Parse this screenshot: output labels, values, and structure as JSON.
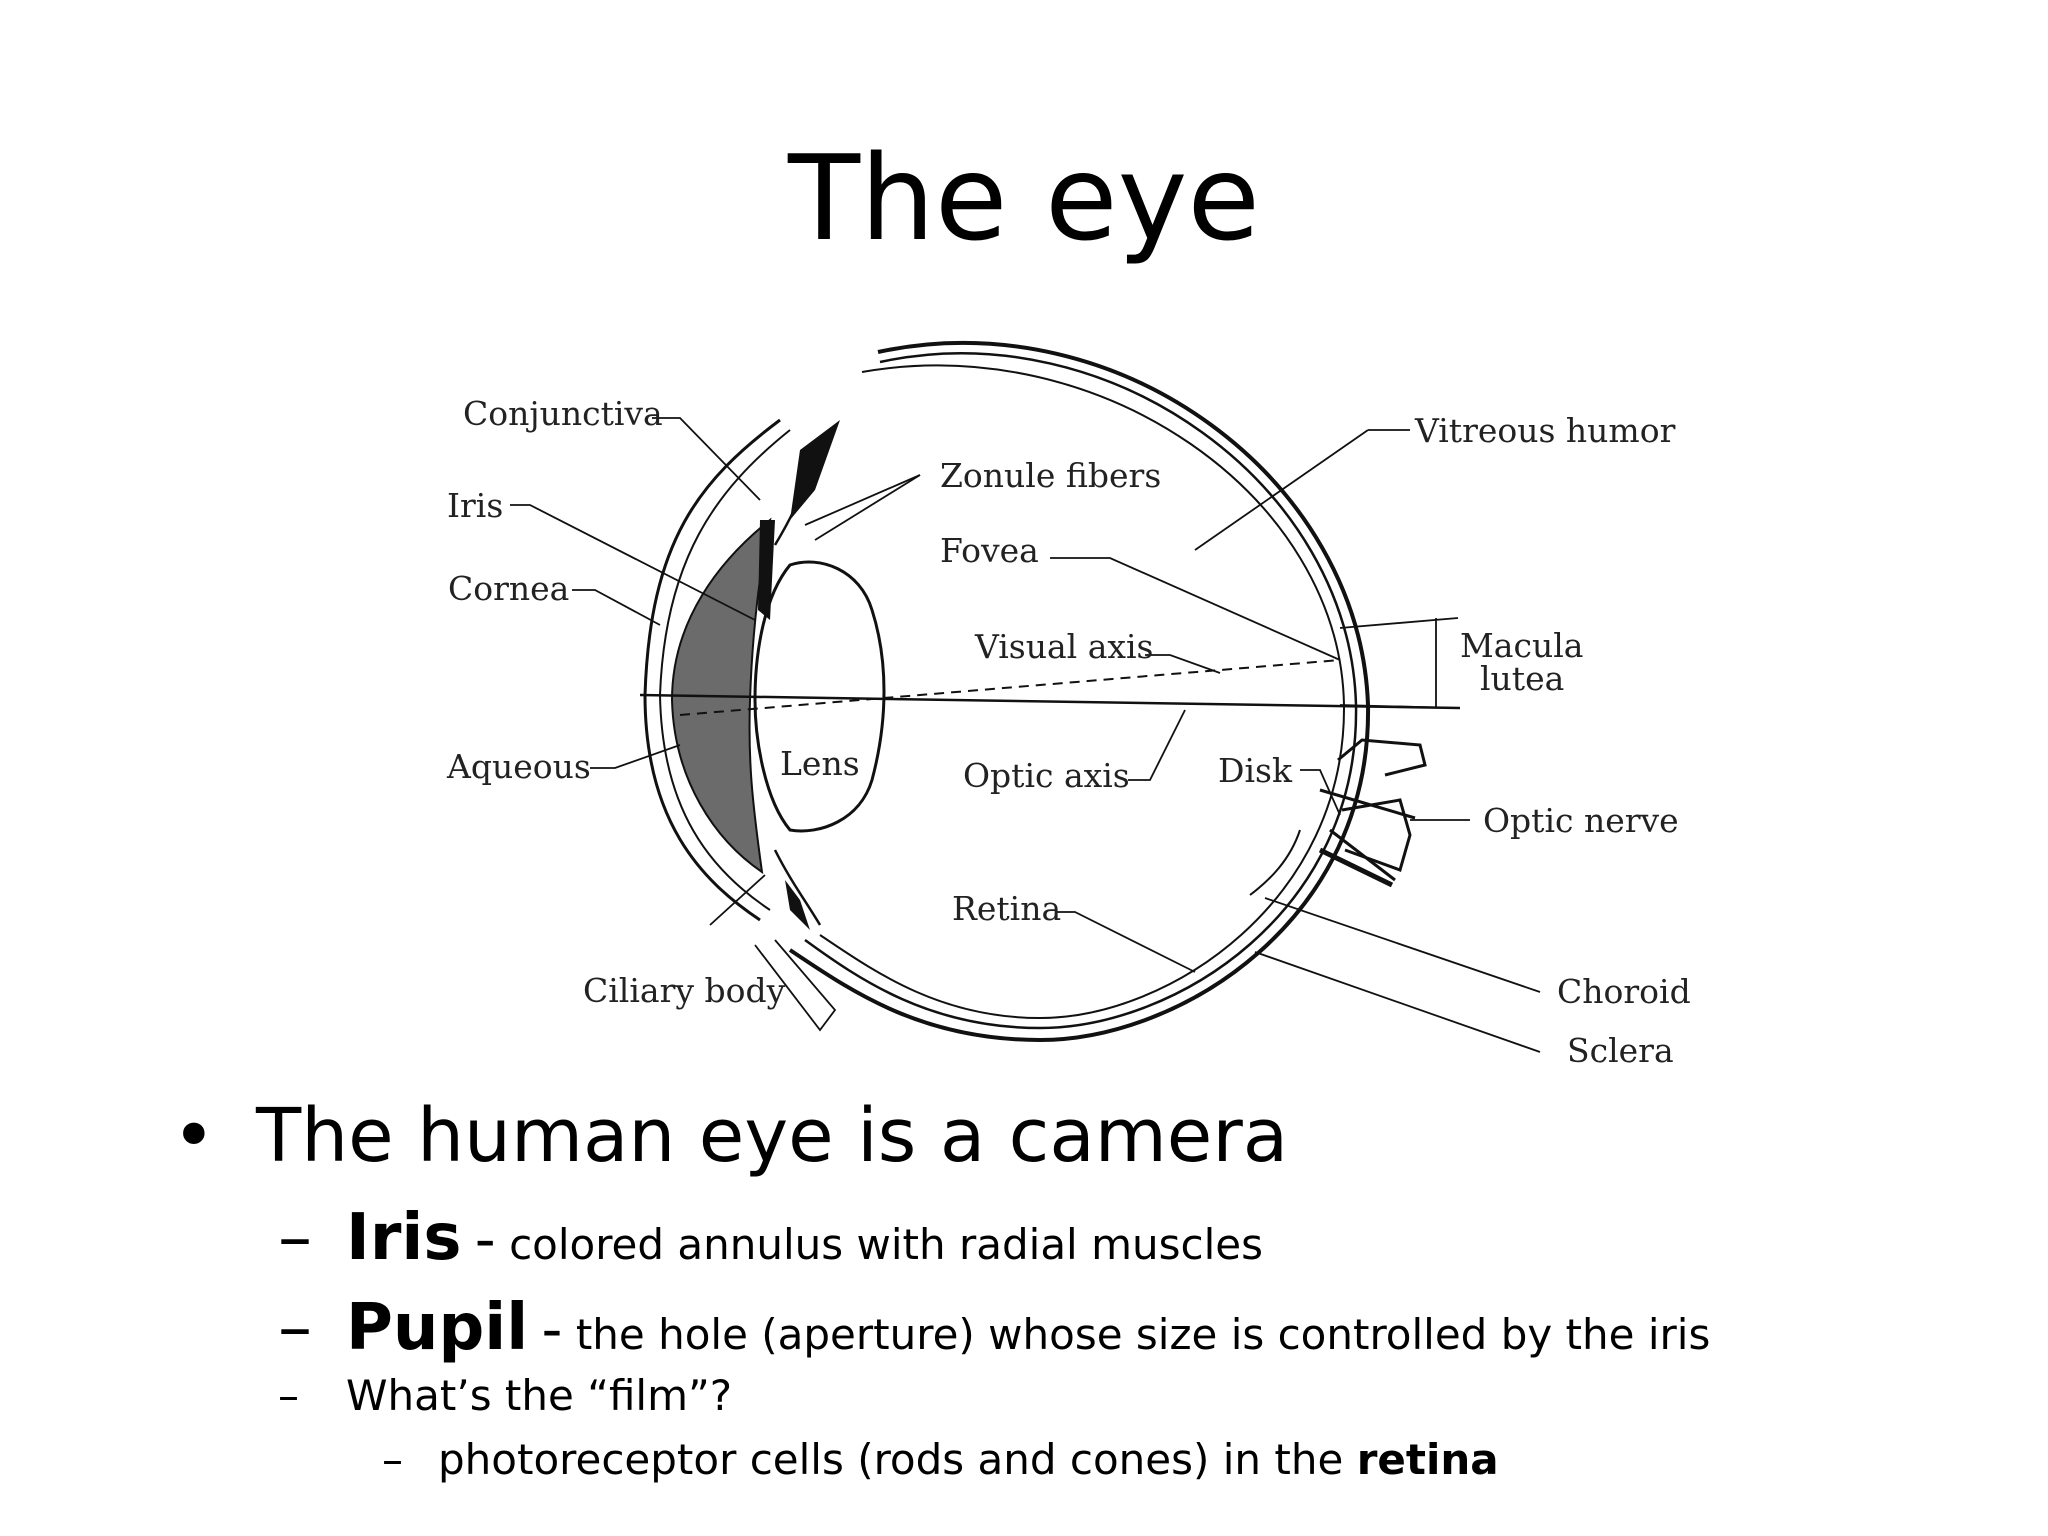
{
  "slide": {
    "title": "The eye"
  },
  "diagram": {
    "labels": {
      "conjunctiva": "Conjunctiva",
      "iris": "Iris",
      "cornea": "Cornea",
      "aqueous": "Aqueous",
      "lens": "Lens",
      "ciliary_body": "Ciliary body",
      "zonule_fibers": "Zonule fibers",
      "fovea": "Fovea",
      "visual_axis": "Visual axis",
      "optic_axis": "Optic axis",
      "retina": "Retina",
      "disk": "Disk",
      "vitreous_humor": "Vitreous humor",
      "macula_line1": "Macula",
      "macula_line2": "lutea",
      "optic_nerve": "Optic nerve",
      "choroid": "Choroid",
      "sclera": "Sclera"
    }
  },
  "bullets": {
    "main": "The human eye is a camera",
    "bullet_mark": "•",
    "dash_mark": "–",
    "iris_term": "Iris",
    "iris_sep": "-",
    "iris_text": "colored annulus with radial muscles",
    "pupil_term": "Pupil",
    "pupil_sep": "-",
    "pupil_text": "the hole (aperture) whose size is controlled by the iris",
    "film_question": "What’s the “film”?",
    "film_answer_prefix": "photoreceptor cells (rods and cones) in the",
    "film_answer_bold": "retina"
  }
}
